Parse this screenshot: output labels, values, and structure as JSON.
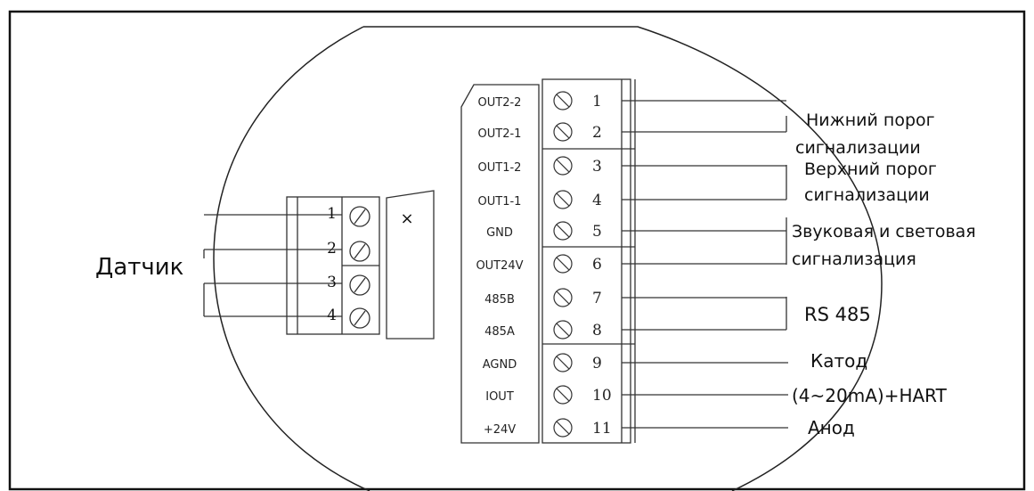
{
  "sensor_label": "Датчик",
  "x_mark": "×",
  "sensor_terminals": [
    "1",
    "2",
    "3",
    "4"
  ],
  "signal_labels": [
    "OUT2-2",
    "OUT2-1",
    "OUT1-2",
    "OUT1-1",
    "GND",
    "OUT24V",
    "485B",
    "485A",
    "AGND",
    "IOUT",
    "+24V"
  ],
  "terminal_numbers": [
    "1",
    "2",
    "3",
    "4",
    "5",
    "6",
    "7",
    "8",
    "9",
    "10",
    "11"
  ],
  "descriptions": {
    "low_alarm": [
      "Нижний порог",
      "сигнализации"
    ],
    "high_alarm": [
      "Верхний порог",
      "сигнализации"
    ],
    "sound_light_alarm": [
      "Звуковая и световая",
      "сигнализация"
    ],
    "rs485": "RS 485",
    "cathode": "Катод",
    "current_hart": "(4~20mA)+HART",
    "anode": "Анод"
  }
}
